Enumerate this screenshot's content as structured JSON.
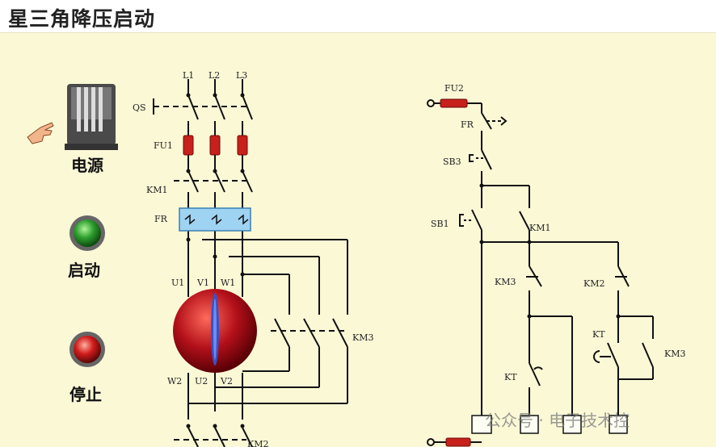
{
  "title": "星三角降压启动",
  "controls": {
    "power_label": "电源",
    "start_label": "启动",
    "stop_label": "停止"
  },
  "labels": {
    "l1": "L1",
    "l2": "L2",
    "l3": "L3",
    "qs": "QS",
    "fu1": "FU1",
    "km1_main": "KM1",
    "fr_main": "FR",
    "u1": "U1",
    "v1": "V1",
    "w1": "W1",
    "w2": "W2",
    "u2": "U2",
    "v2": "V2",
    "km3_main": "KM3",
    "km2_bottom": "KM2",
    "fu2": "FU2",
    "fr_ctrl": "FR",
    "sb3": "SB3",
    "sb1": "SB1",
    "km1_ctrl": "KM1",
    "km3_ctrl": "KM3",
    "km2_ctrl": "KM2",
    "kt_contact": "KT",
    "km3_ctrl2": "KM3",
    "kt_nc": "KT"
  },
  "watermark": "公众号 · 电子技术控",
  "colors": {
    "background": "#fbf8d6",
    "fuse": "#c8201c",
    "overload": "#9fd3f2",
    "motor": "#b3101a",
    "start_lamp": "#2f9e2f",
    "stop_lamp": "#d11b1b"
  }
}
